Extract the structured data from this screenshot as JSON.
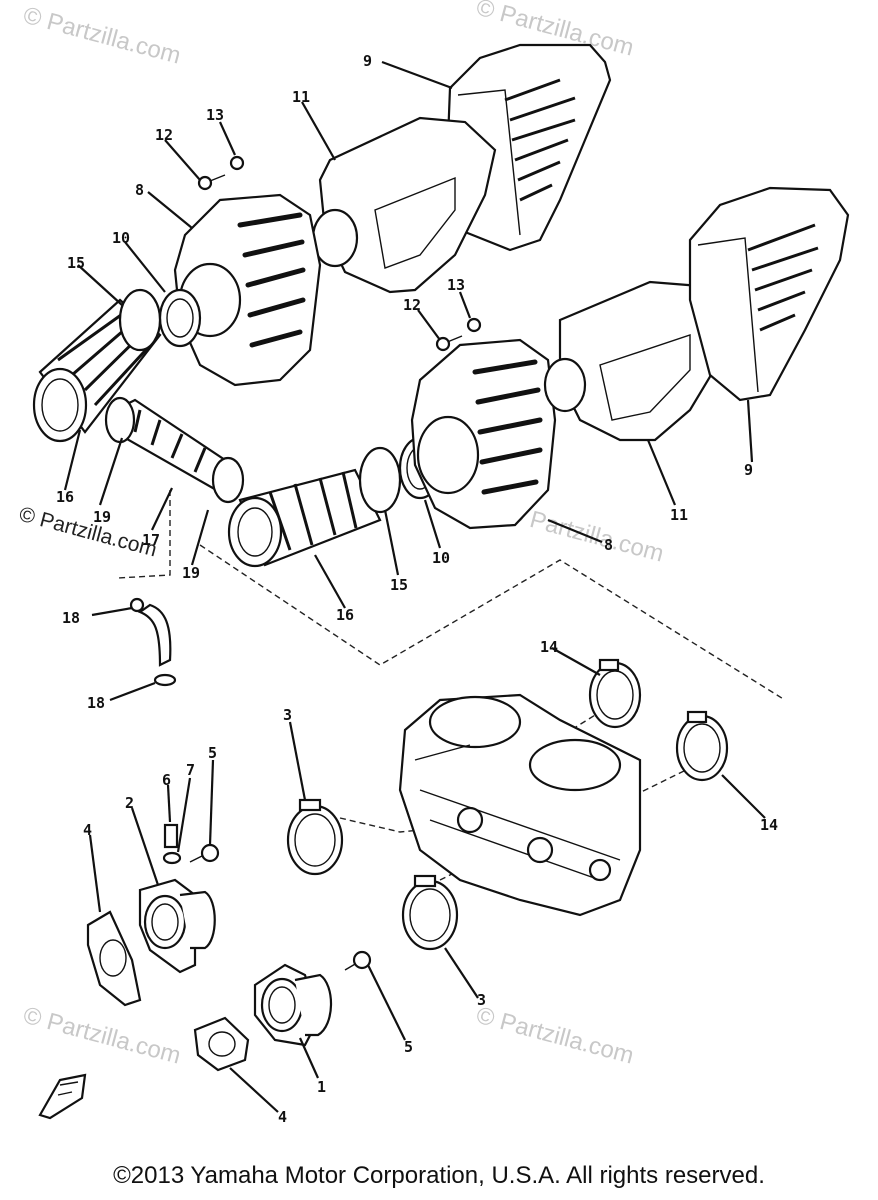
{
  "watermarks": {
    "site": "© Partzilla.com",
    "side_label": "© Partzilla.com"
  },
  "copyright": "©2013 Yamaha Motor Corporation, U.S.A. All rights reserved.",
  "callouts": {
    "c1": "1",
    "c2": "2",
    "c3a": "3",
    "c3b": "3",
    "c4a": "4",
    "c4b": "4",
    "c5a": "5",
    "c5b": "5",
    "c6": "6",
    "c7": "7",
    "c8a": "8",
    "c8b": "8",
    "c9a": "9",
    "c9b": "9",
    "c10a": "10",
    "c10b": "10",
    "c11a": "11",
    "c11b": "11",
    "c12a": "12",
    "c12b": "12",
    "c13a": "13",
    "c13b": "13",
    "c14a": "14",
    "c14b": "14",
    "c15a": "15",
    "c15b": "15",
    "c16a": "16",
    "c16b": "16",
    "c17": "17",
    "c18a": "18",
    "c18b": "18",
    "c19a": "19",
    "c19b": "19"
  },
  "icons": {
    "front_arrow": "front-arrow-icon"
  }
}
